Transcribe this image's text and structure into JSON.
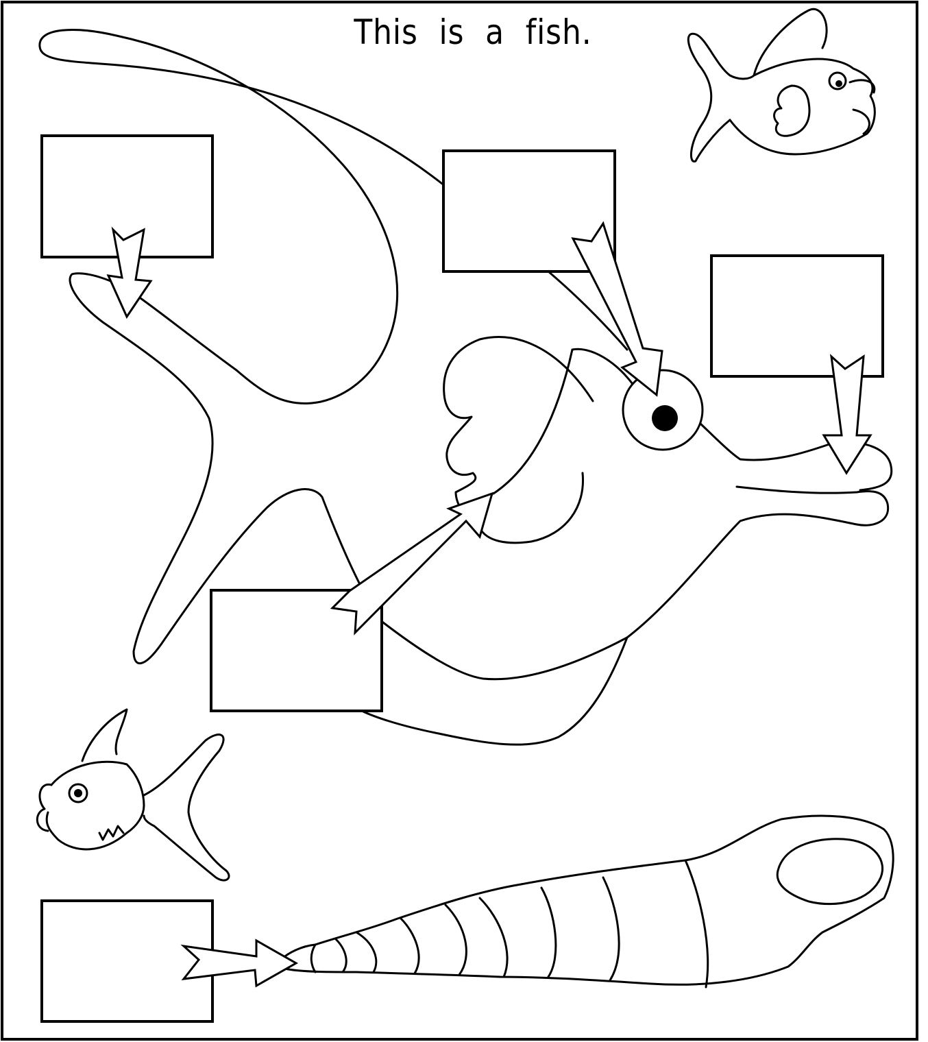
{
  "worksheet": {
    "title": "This is a fish.",
    "label_boxes": [
      {
        "name": "label-box-tail",
        "value": ""
      },
      {
        "name": "label-box-fin",
        "value": ""
      },
      {
        "name": "label-box-eye",
        "value": ""
      },
      {
        "name": "label-box-mouth",
        "value": ""
      },
      {
        "name": "label-box-gill",
        "value": ""
      },
      {
        "name": "label-box-shell",
        "value": ""
      }
    ],
    "colors": {
      "ink": "#000000",
      "paper": "#ffffff"
    }
  }
}
